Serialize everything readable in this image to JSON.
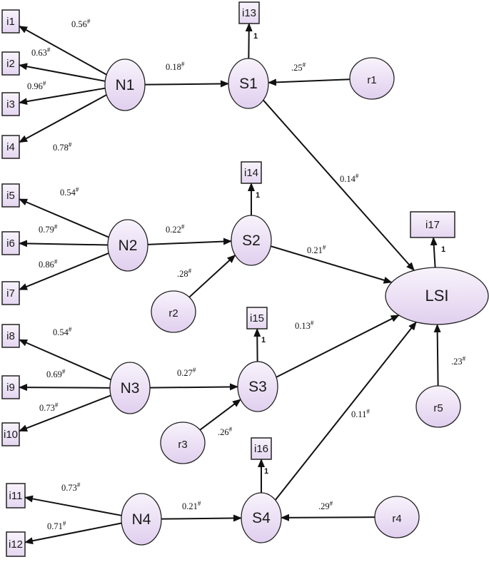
{
  "diagram": {
    "latents": [
      {
        "id": "N1",
        "label": "N1"
      },
      {
        "id": "N2",
        "label": "N2"
      },
      {
        "id": "N3",
        "label": "N3"
      },
      {
        "id": "N4",
        "label": "N4"
      },
      {
        "id": "S1",
        "label": "S1"
      },
      {
        "id": "S2",
        "label": "S2"
      },
      {
        "id": "S3",
        "label": "S3"
      },
      {
        "id": "S4",
        "label": "S4"
      },
      {
        "id": "LSI",
        "label": "LSI"
      }
    ],
    "residuals": [
      {
        "id": "r1",
        "label": "r1"
      },
      {
        "id": "r2",
        "label": "r2"
      },
      {
        "id": "r3",
        "label": "r3"
      },
      {
        "id": "r4",
        "label": "r4"
      },
      {
        "id": "r5",
        "label": "r5"
      }
    ],
    "indicators": [
      {
        "id": "i1",
        "label": "i1"
      },
      {
        "id": "i2",
        "label": "i2"
      },
      {
        "id": "i3",
        "label": "i3"
      },
      {
        "id": "i4",
        "label": "i4"
      },
      {
        "id": "i5",
        "label": "i5"
      },
      {
        "id": "i6",
        "label": "i6"
      },
      {
        "id": "i7",
        "label": "i7"
      },
      {
        "id": "i8",
        "label": "i8"
      },
      {
        "id": "i9",
        "label": "i9"
      },
      {
        "id": "i10",
        "label": "i10"
      },
      {
        "id": "i11",
        "label": "i11"
      },
      {
        "id": "i12",
        "label": "i12"
      },
      {
        "id": "i13",
        "label": "i13"
      },
      {
        "id": "i14",
        "label": "i14"
      },
      {
        "id": "i15",
        "label": "i15"
      },
      {
        "id": "i16",
        "label": "i16"
      },
      {
        "id": "i17",
        "label": "i17"
      }
    ],
    "edges": [
      {
        "from": "N1",
        "to": "i1",
        "coef": "0.56",
        "sup": "#"
      },
      {
        "from": "N1",
        "to": "i2",
        "coef": "0.63",
        "sup": "#"
      },
      {
        "from": "N1",
        "to": "i3",
        "coef": "0.96",
        "sup": "#"
      },
      {
        "from": "N1",
        "to": "i4",
        "coef": "0.78",
        "sup": "#"
      },
      {
        "from": "N2",
        "to": "i5",
        "coef": "0.54",
        "sup": "#"
      },
      {
        "from": "N2",
        "to": "i6",
        "coef": "0.79",
        "sup": "#"
      },
      {
        "from": "N2",
        "to": "i7",
        "coef": "0.86",
        "sup": "#"
      },
      {
        "from": "N3",
        "to": "i8",
        "coef": "0.54",
        "sup": "#"
      },
      {
        "from": "N3",
        "to": "i9",
        "coef": "0.69",
        "sup": "#"
      },
      {
        "from": "N3",
        "to": "i10",
        "coef": "0.73",
        "sup": "#"
      },
      {
        "from": "N4",
        "to": "i11",
        "coef": "0.73",
        "sup": "#"
      },
      {
        "from": "N4",
        "to": "i12",
        "coef": "0.71",
        "sup": "#"
      },
      {
        "from": "N1",
        "to": "S1",
        "coef": "0.18",
        "sup": "#"
      },
      {
        "from": "N2",
        "to": "S2",
        "coef": "0.22",
        "sup": "#"
      },
      {
        "from": "N3",
        "to": "S3",
        "coef": "0.27",
        "sup": "#"
      },
      {
        "from": "N4",
        "to": "S4",
        "coef": "0.21",
        "sup": "#"
      },
      {
        "from": "r1",
        "to": "S1",
        "coef": ".25",
        "sup": "#"
      },
      {
        "from": "r2",
        "to": "S2",
        "coef": ".28",
        "sup": "#"
      },
      {
        "from": "r3",
        "to": "S3",
        "coef": ".26",
        "sup": "#"
      },
      {
        "from": "r4",
        "to": "S4",
        "coef": ".29",
        "sup": "#"
      },
      {
        "from": "r5",
        "to": "LSI",
        "coef": ".23",
        "sup": "#"
      },
      {
        "from": "S1",
        "to": "i13",
        "coef": "1",
        "sup": ""
      },
      {
        "from": "S2",
        "to": "i14",
        "coef": "1",
        "sup": ""
      },
      {
        "from": "S3",
        "to": "i15",
        "coef": "1",
        "sup": ""
      },
      {
        "from": "S4",
        "to": "i16",
        "coef": "1",
        "sup": ""
      },
      {
        "from": "LSI",
        "to": "i17",
        "coef": "1",
        "sup": ""
      },
      {
        "from": "S1",
        "to": "LSI",
        "coef": "0.14",
        "sup": "#"
      },
      {
        "from": "S2",
        "to": "LSI",
        "coef": "0.21",
        "sup": "#"
      },
      {
        "from": "S3",
        "to": "LSI",
        "coef": "0.13",
        "sup": "#"
      },
      {
        "from": "S4",
        "to": "LSI",
        "coef": "0.11",
        "sup": "#"
      }
    ],
    "colors": {
      "node_fill_light": "#f6f0fb",
      "node_fill_dark": "#e2d2ef",
      "stroke": "#222222"
    }
  }
}
